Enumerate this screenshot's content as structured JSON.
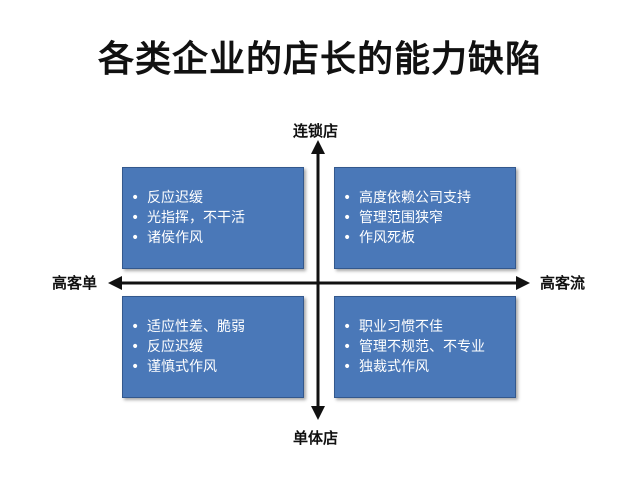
{
  "title": "各类企业的店长的能力缺陷",
  "axes": {
    "top": "连锁店",
    "bottom": "单体店",
    "left": "高客单",
    "right": "高客流"
  },
  "quadrants": {
    "top_left": {
      "items": [
        "反应迟缓",
        "光指挥，不干活",
        "诸侯作风"
      ]
    },
    "top_right": {
      "items": [
        "高度依赖公司支持",
        "管理范围狭窄",
        "作风死板"
      ]
    },
    "bottom_left": {
      "items": [
        "适应性差、脆弱",
        "反应迟缓",
        "谨慎式作风"
      ]
    },
    "bottom_right": {
      "items": [
        "职业习惯不佳",
        "管理不规范、不专业",
        "独裁式作风"
      ]
    }
  },
  "colors": {
    "box_fill": "#4a78b8",
    "box_border": "#33588d",
    "text_on_box": "#ffffff",
    "axis": "#111111"
  },
  "icons": {
    "bullet": "•"
  }
}
